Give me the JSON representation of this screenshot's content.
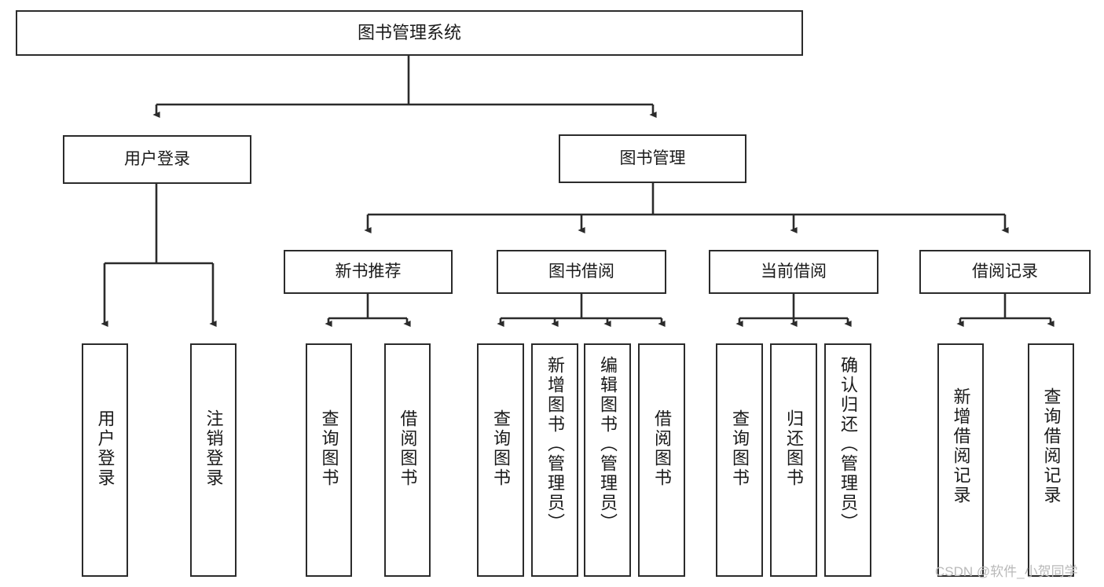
{
  "diagram": {
    "title": "图书管理系统",
    "watermark": "CSDN @软件_小贺同学",
    "colors": {
      "stroke": "#2b2b2b",
      "fill": "#ffffff",
      "text": "#1a1a1a",
      "watermark": "#b9b9b9"
    },
    "nodes": {
      "root": {
        "label": "图书管理系统"
      },
      "level1": [
        {
          "label": "用户登录"
        },
        {
          "label": "图书管理"
        }
      ],
      "level2": [
        {
          "label": "新书推荐"
        },
        {
          "label": "图书借阅"
        },
        {
          "label": "当前借阅"
        },
        {
          "label": "借阅记录"
        }
      ],
      "leaves": {
        "user_login": [
          {
            "label": "用户登录"
          },
          {
            "label": "注销登录"
          }
        ],
        "new_book_recommend": [
          {
            "label": "查询图书"
          },
          {
            "label": "借阅图书"
          }
        ],
        "book_borrow": [
          {
            "label": "查询图书"
          },
          {
            "label": "新增图书（管理员）"
          },
          {
            "label": "编辑图书（管理员）"
          },
          {
            "label": "借阅图书"
          }
        ],
        "current_borrow": [
          {
            "label": "查询图书"
          },
          {
            "label": "归还图书"
          },
          {
            "label": "确认归还（管理员）"
          }
        ],
        "borrow_record": [
          {
            "label": "新增借阅记录"
          },
          {
            "label": "查询借阅记录"
          }
        ]
      }
    }
  }
}
